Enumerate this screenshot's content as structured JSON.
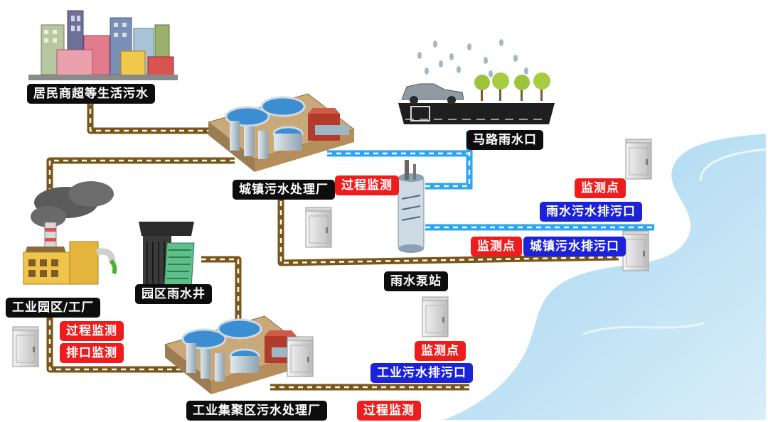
{
  "labels": {
    "residential": "居民商超等生活污水",
    "road_inlet": "马路雨水口",
    "town_plant": "城镇污水处理厂",
    "town_plant_monitor": "过程监测",
    "monitor_point_1": "监测点",
    "rain_outfall": "雨水污水排污口",
    "monitor_point_2": "监测点",
    "town_outfall": "城镇污水排污口",
    "pump_station": "雨水泵站",
    "industrial_park": "工业园区/工厂",
    "park_rain_well": "园区雨水井",
    "industrial_process_monitor": "过程监测",
    "industrial_outlet_monitor": "排口监测",
    "monitor_point_3": "监测点",
    "industrial_outfall": "工业污水排污口",
    "industrial_plant": "工业集聚区污水处理厂",
    "industrial_plant_monitor": "过程监测"
  },
  "colors": {
    "sewage_pipe": "#7a5618",
    "rain_pipe": "#2aa7ee",
    "river": "#b9def2",
    "label_black": "#0d0d0d",
    "label_red": "#ee1c1c",
    "label_blue": "#1b22d8"
  },
  "icons": {
    "city": "city-buildings-icon",
    "rain_road": "rainy-road-icon",
    "treatment_plant": "treatment-plant-icon",
    "pump": "pump-station-icon",
    "factory": "factory-icon",
    "rain_well": "rain-well-icon",
    "monitor_cabinet": "monitor-cabinet-icon"
  }
}
